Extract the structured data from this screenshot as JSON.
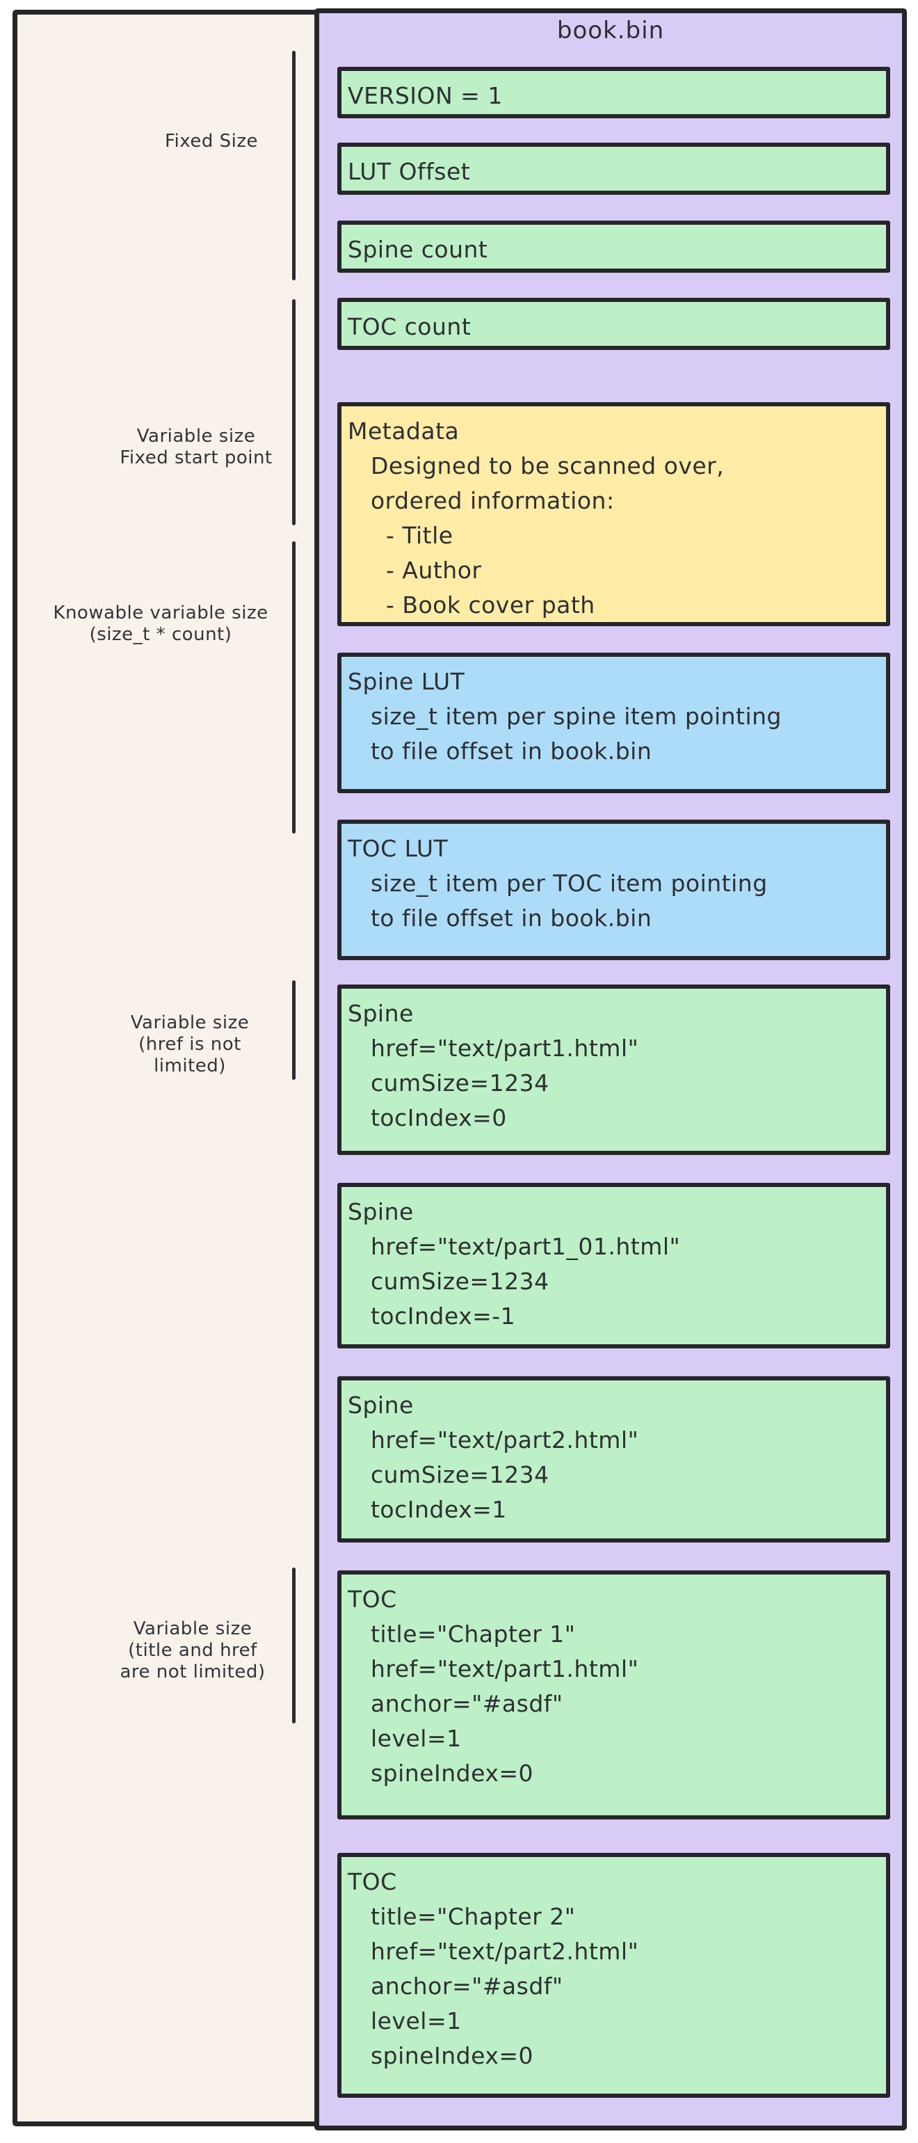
{
  "diagram": {
    "title": "book.bin",
    "colors": {
      "green_box": "#bdf0c6",
      "yellow_box": "#ffeca6",
      "blue_box": "#addcf8",
      "container_purple": "#d8ccf6",
      "background_cream": "#f8f2eb",
      "stroke": "#26262a"
    },
    "left_labels": [
      {
        "text": "Fixed Size"
      },
      {
        "text": "Variable size\nFixed start point"
      },
      {
        "text": "Knowable variable size\n(size_t * count)"
      },
      {
        "text": "Variable size\n(href is not\nlimited)"
      },
      {
        "text": "Variable size\n(title and href\nare not limited)"
      }
    ],
    "boxes": [
      {
        "color": "green",
        "text": "VERSION = 1"
      },
      {
        "color": "green",
        "text": "LUT Offset"
      },
      {
        "color": "green",
        "text": "Spine count"
      },
      {
        "color": "green",
        "text": "TOC count"
      },
      {
        "color": "yellow",
        "text": "Metadata\n   Designed to be scanned over,\n   ordered information:\n     - Title\n     - Author\n     - Book cover path"
      },
      {
        "color": "blue",
        "text": "Spine LUT\n   size_t item per spine item pointing\n   to file offset in book.bin"
      },
      {
        "color": "blue",
        "text": "TOC LUT\n   size_t item per TOC item pointing\n   to file offset in book.bin"
      },
      {
        "color": "green",
        "text": "Spine\n   href=\"text/part1.html\"\n   cumSize=1234\n   tocIndex=0"
      },
      {
        "color": "green",
        "text": "Spine\n   href=\"text/part1_01.html\"\n   cumSize=1234\n   tocIndex=-1"
      },
      {
        "color": "green",
        "text": "Spine\n   href=\"text/part2.html\"\n   cumSize=1234\n   tocIndex=1"
      },
      {
        "color": "green",
        "text": "TOC\n   title=\"Chapter 1\"\n   href=\"text/part1.html\"\n   anchor=\"#asdf\"\n   level=1\n   spineIndex=0"
      },
      {
        "color": "green",
        "text": "TOC\n   title=\"Chapter 2\"\n   href=\"text/part2.html\"\n   anchor=\"#asdf\"\n   level=1\n   spineIndex=0"
      }
    ]
  }
}
